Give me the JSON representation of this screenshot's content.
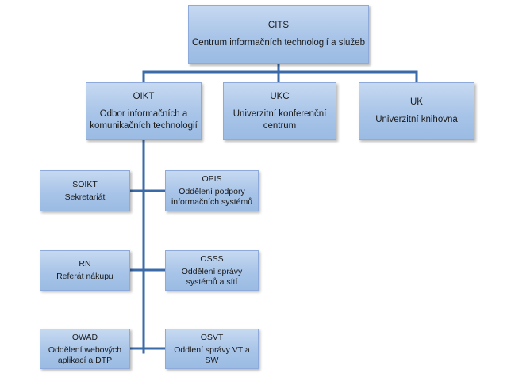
{
  "top": {
    "code": "CITS",
    "name": "Centrum informačních technologií a služeb"
  },
  "level2": [
    {
      "code": "OIKT",
      "name_line1": "Odbor informačních a",
      "name_line2": "komunikačních technologií"
    },
    {
      "code": "UKC",
      "name_line1": "Univerzitní konferenční",
      "name_line2": "centrum"
    },
    {
      "code": "UK",
      "name_line1": "Univerzitní knihovna",
      "name_line2": ""
    }
  ],
  "left_units": [
    {
      "code": "SOIKT",
      "name_line1": "Sekretariát",
      "name_line2": ""
    },
    {
      "code": "RN",
      "name_line1": "Referát nákupu",
      "name_line2": ""
    },
    {
      "code": "OWAD",
      "name_line1": "Oddělení webových",
      "name_line2": "aplikací a DTP"
    }
  ],
  "right_units": [
    {
      "code": "OPIS",
      "name_line1": "Oddělení podpory",
      "name_line2": "informačních systémů"
    },
    {
      "code": "OSSS",
      "name_line1": "Oddělení správy",
      "name_line2": "systémů a sítí"
    },
    {
      "code": "OSVT",
      "name_line1": "Oddlení správy VT a",
      "name_line2": "SW"
    }
  ]
}
